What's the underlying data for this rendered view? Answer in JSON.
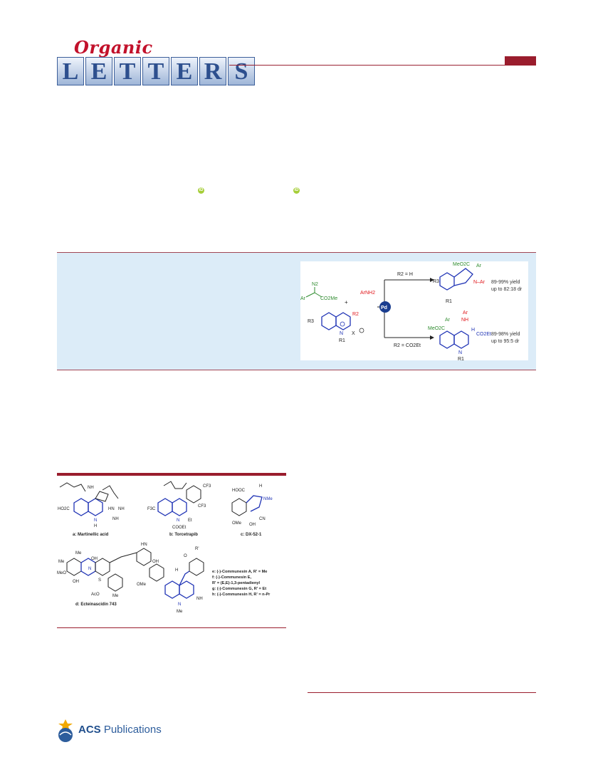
{
  "header": {
    "journal_script": "Organic",
    "journal_letters": [
      "L",
      "E",
      "T",
      "T",
      "E",
      "R",
      "S"
    ]
  },
  "authors": {
    "orcid_badges": [
      "iD",
      "iD"
    ]
  },
  "toc": {
    "reactant_diazo_n2": "N2",
    "reactant_diazo_ar": "Ar",
    "reactant_diazo_ester": "CO2Me",
    "reactant_amine": "ArNH2",
    "plus": "+",
    "quinolinium_r3": "R3",
    "quinolinium_r2": "R2",
    "quinolinium_r1": "R1",
    "quinolinium_n": "N",
    "quinolinium_x": "X",
    "catalyst": "Pd",
    "top_condition": "R2 = H",
    "bottom_condition": "R2 = CO2Et",
    "top_product_ester": "MeO2C",
    "top_product_ar1": "Ar",
    "top_product_n_ar": "N–Ar",
    "top_product_r3": "R3",
    "top_product_r1": "R1",
    "top_yield": "89-99% yield",
    "top_dr": "up to 82:18 dr",
    "bottom_product_ar": "Ar",
    "bottom_product_nh_ar": "Ar",
    "bottom_product_nh": "NH",
    "bottom_product_ester": "MeO2C",
    "bottom_product_h": "H",
    "bottom_product_co2et": "CO2Et",
    "bottom_product_n": "N",
    "bottom_product_r1": "R1",
    "bottom_yield": "89-98% yield",
    "bottom_dr": "up to 95:5 dr"
  },
  "figure": {
    "a_label": "a: Martinellic acid",
    "a_ho2c": "HO2C",
    "a_nh_top": "NH",
    "a_hn": "HN",
    "a_nh_mid": "NH",
    "a_nh_low": "NH",
    "a_n": "N",
    "a_h": "H",
    "b_label": "b: Torcetrapib",
    "b_f3c": "F3C",
    "b_cf3_top": "CF3",
    "b_cf3_bot": "CF3",
    "b_n": "N",
    "b_cooet": "COOEt",
    "b_et": "Et",
    "c_label": "c: DX-52-1",
    "c_hooc": "HOOC",
    "c_h": "H",
    "c_nme": "NMe",
    "c_ome": "OMe",
    "c_oh": "OH",
    "c_cn": "CN",
    "d_label": "d: Ecteinascidin 743",
    "d_me1": "Me",
    "d_meo": "MeO",
    "d_oh1": "OH",
    "d_me2": "Me",
    "d_n": "N",
    "d_s": "S",
    "d_aco": "AcO",
    "d_me3": "Me",
    "d_hn": "HN",
    "d_oh2": "OH",
    "d_ome": "OMe",
    "d_oh3": "OH",
    "e_line": "e: (-)-Communesin A, R' = Me",
    "f_line": "f: (-)-Communesin E,",
    "f_line2": "R' = (E,E)-1,3-pentadienyl",
    "g_line": "g: (-)-Communesin G, R' = Et",
    "h_line": "h: (-)-Communesin H, R' = n-Pr",
    "e_r": "R'",
    "e_o": "O",
    "e_h": "H",
    "e_nh": "NH",
    "e_n": "N",
    "e_me": "Me"
  },
  "footer": {
    "publisher_bold": "ACS",
    "publisher_rest": " Publications"
  },
  "colors": {
    "brand_red": "#9a1d2d",
    "band_blue": "#dcecf8",
    "struct_blue": "#1f33b5",
    "accent_green": "#2e8b2e",
    "accent_red": "#e0161b"
  }
}
